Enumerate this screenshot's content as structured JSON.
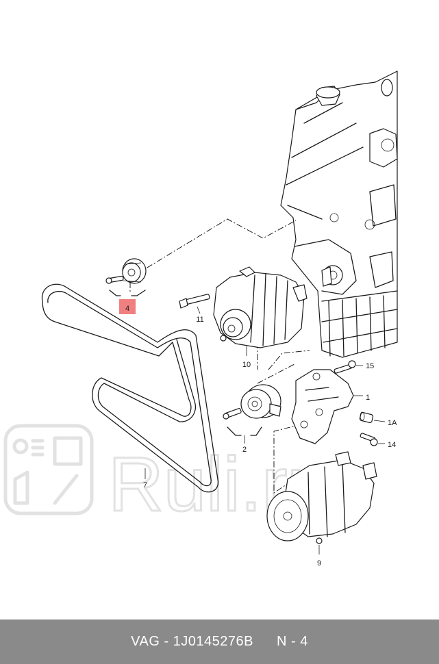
{
  "watermark": {
    "text": "Ruli.ru"
  },
  "callouts": {
    "c1": "1",
    "c1a": "1A",
    "c2": "2",
    "c4": "4",
    "c7": "7",
    "c9": "9",
    "c10": "10",
    "c11": "11",
    "c14": "14",
    "c15": "15"
  },
  "highlight": {
    "color": "#f08080"
  },
  "footer": {
    "part_code": "VAG - 1J0145276B",
    "position": "N - 4"
  }
}
